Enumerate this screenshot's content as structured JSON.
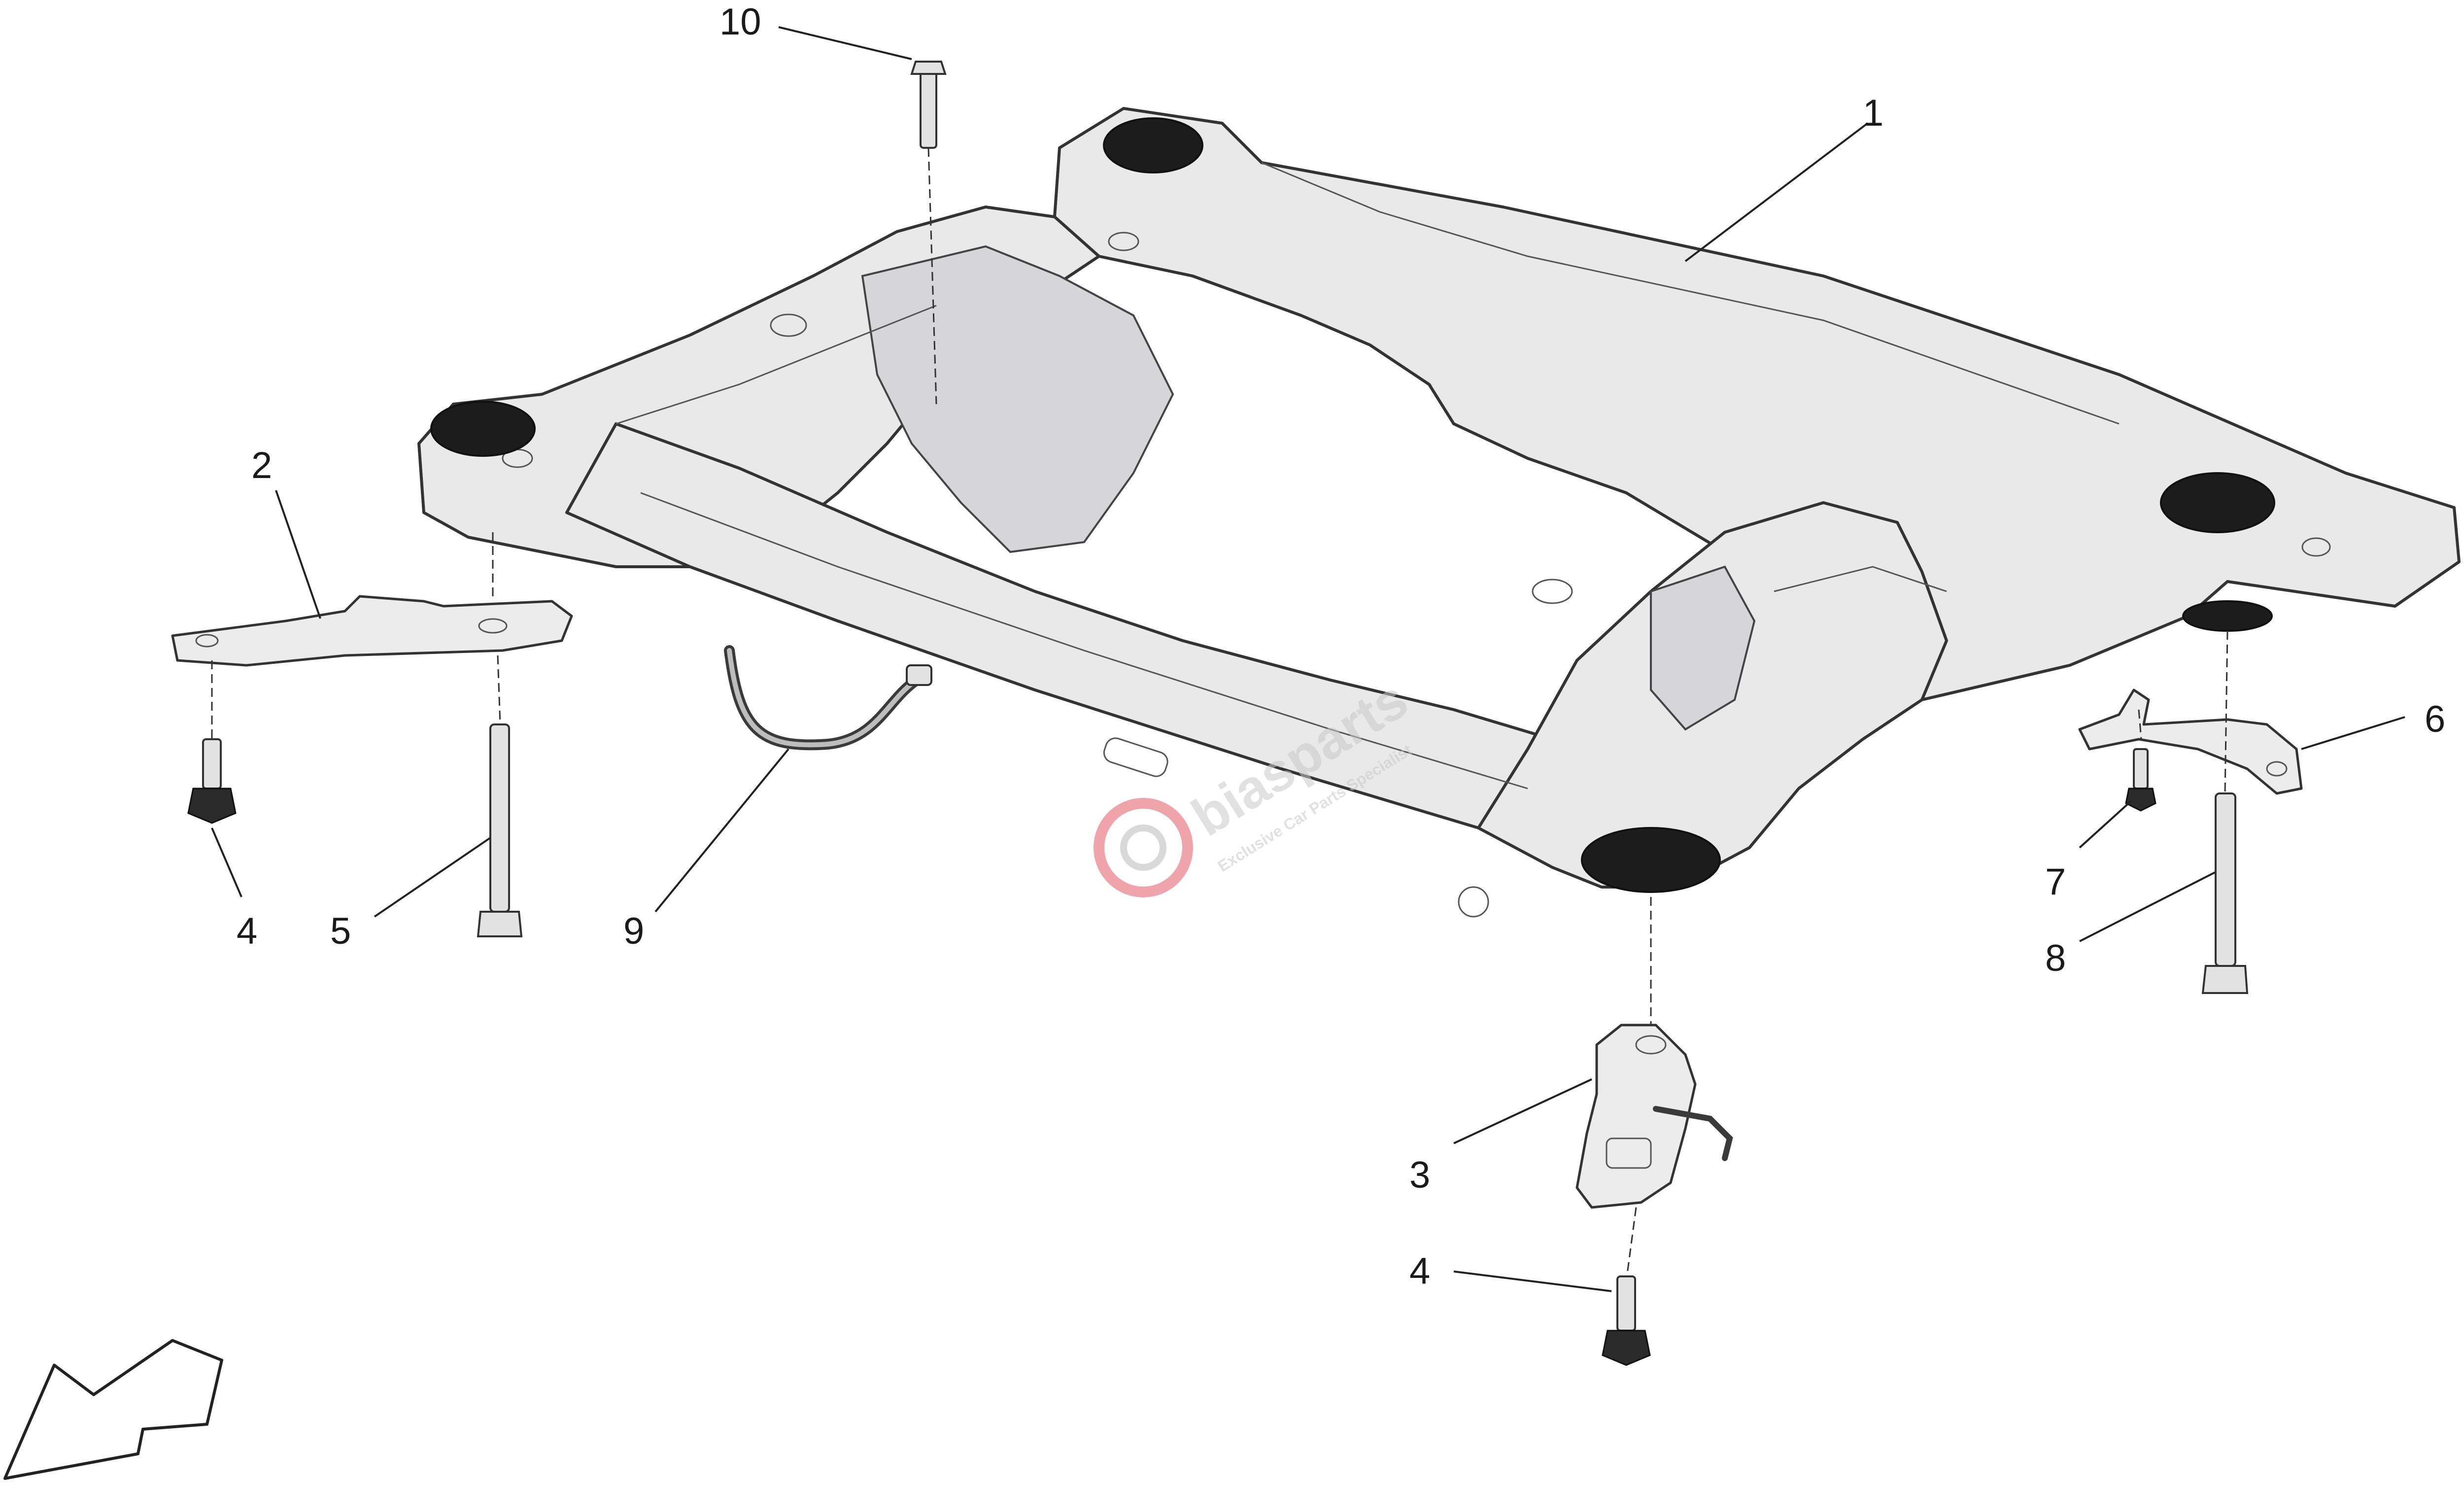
{
  "callouts": {
    "c1": "1",
    "c2": "2",
    "c3": "3",
    "c4a": "4",
    "c4b": "4",
    "c5": "5",
    "c6": "6",
    "c7": "7",
    "c8": "8",
    "c9": "9",
    "c10": "10"
  },
  "watermark": {
    "brand": "biasparts",
    "tagline": "Exclusive Car Parts Specialist"
  },
  "icons": {
    "orientation": "direction-arrow-icon",
    "watermark_logo": "gear-logo-icon"
  },
  "colors": {
    "frame": "#e9e9ea",
    "outline": "#333333",
    "mount": "#1c1c1c",
    "watermark_logo": "#e05a64"
  }
}
